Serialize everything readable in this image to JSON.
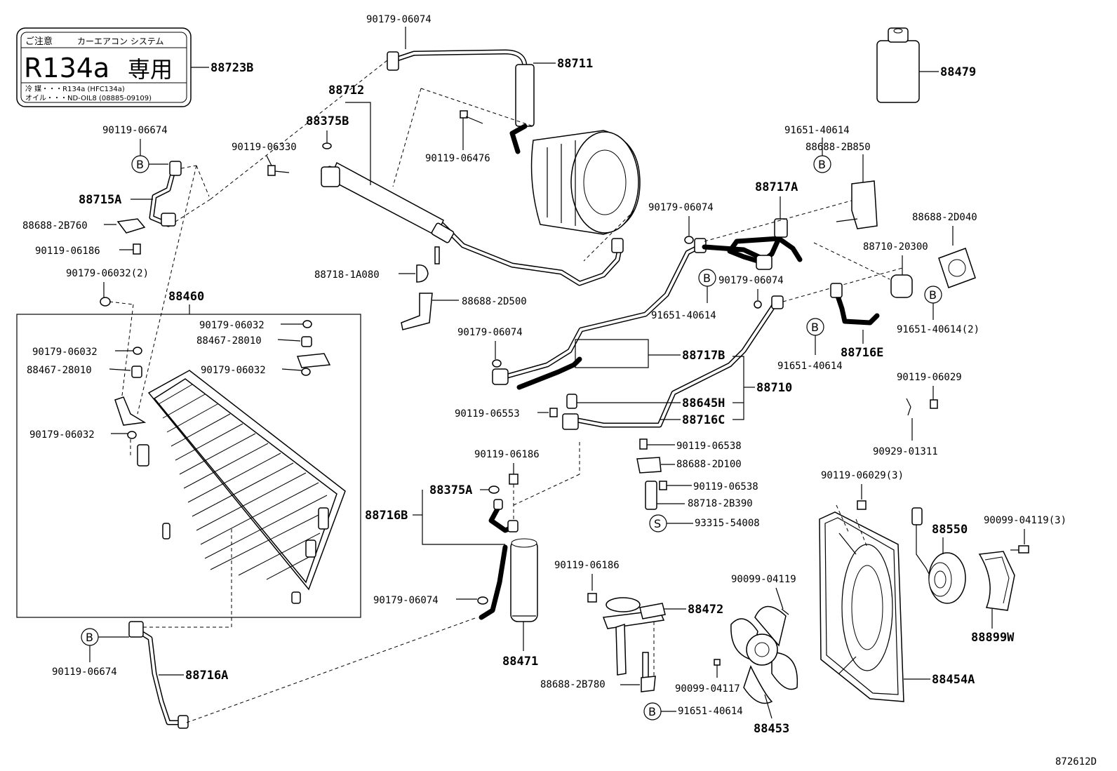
{
  "sticker": {
    "line1_left": "ご注意",
    "line1_right": "カーエアコン システム",
    "big_left": "R134a",
    "big_right": "専用",
    "line3": "冷 媒・・・R134a (HFC134a)",
    "line4": "オイル・・・ND-OIL8 (08885-09109)"
  },
  "labels": {
    "p88723B": "88723B",
    "p90179_06074_top": "90179-06074",
    "p88711": "88711",
    "p88479": "88479",
    "p88712": "88712",
    "p88375B": "88375B",
    "p90119_06330": "90119-06330",
    "p90119_06476": "90119-06476",
    "p90119_06674_a": "90119-06674",
    "p88715A": "88715A",
    "p88688_2B760": "88688-2B760",
    "p90119_06186_a": "90119-06186",
    "p90179_06032_2": "90179-06032(2)",
    "p88460": "88460",
    "p88718_1A080": "88718-1A080",
    "p88688_2D500": "88688-2D500",
    "p91651_40614_a": "91651-40614",
    "p88688_2B850": "88688-2B850",
    "p88717A": "88717A",
    "p90179_06074_b": "90179-06074",
    "p88688_2D040": "88688-2D040",
    "p88710_20300": "88710-20300",
    "p90179_06074_c": "90179-06074",
    "p91651_40614_b": "91651-40614",
    "p91651_40614_2": "91651-40614(2)",
    "p88716E": "88716E",
    "p91651_40614_c": "91651-40614",
    "p90179_06032_a": "90179-06032",
    "p88467_28010_a": "88467-28010",
    "p90179_06032_b": "90179-06032",
    "p90179_06032_c": "90179-06032",
    "p88467_28010_b": "88467-28010",
    "p90179_06032_d": "90179-06032",
    "p90179_06074_d": "90179-06074",
    "p88717B": "88717B",
    "p88710": "88710",
    "p90119_06029": "90119-06029",
    "p90119_06553": "90119-06553",
    "p88645H": "88645H",
    "p88716C": "88716C",
    "p90929_01311": "90929-01311",
    "p90119_06538_a": "90119-06538",
    "p88688_2D100": "88688-2D100",
    "p90119_06538_b": "90119-06538",
    "p88718_2B390": "88718-2B390",
    "p93315_54008": "93315-54008",
    "p90119_06186_b": "90119-06186",
    "p88375A": "88375A",
    "p88716B": "88716B",
    "p90119_06029_3": "90119-06029(3)",
    "p88550": "88550",
    "p90099_04119_3": "90099-04119(3)",
    "p90119_06186_c": "90119-06186",
    "p90099_04119": "90099-04119",
    "p88472": "88472",
    "p90179_06074_e": "90179-06074",
    "p88899W": "88899W",
    "p88471": "88471",
    "p90119_06674_b": "90119-06674",
    "p88716A": "88716A",
    "p88688_2B780": "88688-2B780",
    "p90099_04117": "90099-04117",
    "p88454A": "88454A",
    "p91651_40614_d": "91651-40614",
    "p88453": "88453",
    "figure_id": "872612D"
  },
  "markers": {
    "B": "B",
    "S": "S"
  }
}
